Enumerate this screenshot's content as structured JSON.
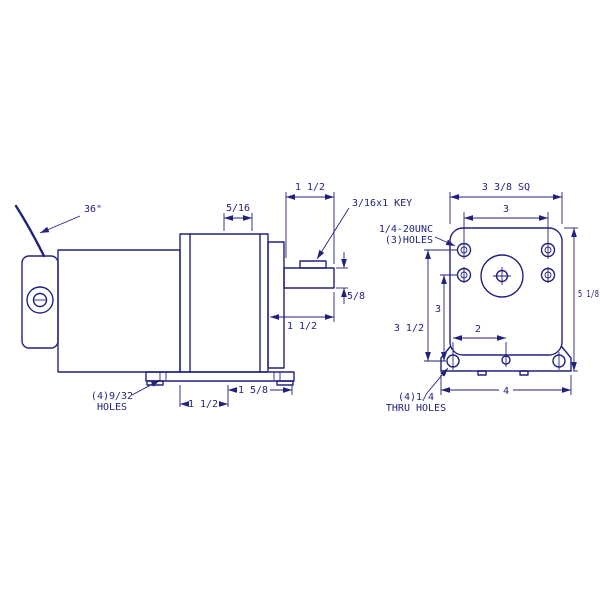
{
  "colors": {
    "line": "#22227e",
    "background": "#ffffff"
  },
  "side_view": {
    "wire_label": "36\"",
    "key_label": "3/16x1 KEY",
    "holes_label_1": "(4)9/32",
    "holes_label_2": "HOLES",
    "dims": {
      "shaft_top": "1 1/2",
      "boss": "5/16",
      "shaft_dia": "5/8",
      "shaft_len": "1 1/2",
      "base_right": "1 5/8",
      "base_left": "1 1/2"
    }
  },
  "end_view": {
    "tapped_label_1": "1/4-20UNC",
    "tapped_label_2": "(3)HOLES",
    "thru_label_1": "(4)1/4",
    "thru_label_2": "THRU HOLES",
    "dims": {
      "square": "3 3/8 SQ",
      "top_hole_spacing": "3",
      "overall_height": "5 1/8",
      "outer_hole_drop": "3 1/2",
      "inner_hole_drop": "3",
      "base_half_span": "2",
      "base_hole_span": "4"
    }
  }
}
